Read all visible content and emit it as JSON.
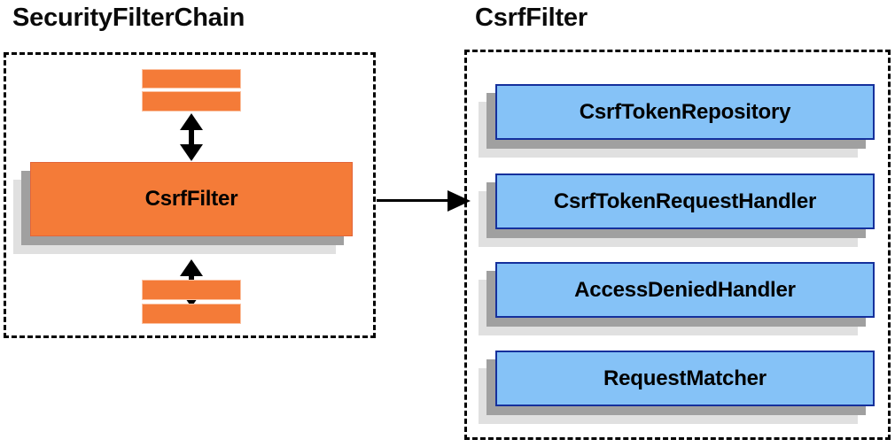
{
  "diagram": {
    "title_left": "SecurityFilterChain",
    "title_right": "CsrfFilter",
    "colors": {
      "orange_fill": "#f47b38",
      "orange_border": "#e2653a",
      "blue_fill": "#85c2f7",
      "blue_border": "#15309c",
      "shadow_mid": "#a0a0a0",
      "shadow_back": "#e0e0e0",
      "stroke": "#000000"
    },
    "left_panel": {
      "name": "SecurityFilterChain",
      "filter_box": {
        "label": "CsrfFilter"
      },
      "stub_bars_top": [
        {
          "label": ""
        },
        {
          "label": ""
        }
      ],
      "stub_bars_bottom": [
        {
          "label": ""
        },
        {
          "label": ""
        }
      ],
      "arrows": [
        {
          "name": "filter-chain-arrow-above",
          "direction": "bidirectional-vertical"
        },
        {
          "name": "filter-chain-arrow-below",
          "direction": "bidirectional-vertical"
        }
      ]
    },
    "right_panel": {
      "name": "CsrfFilter",
      "collaborators": [
        {
          "label": "CsrfTokenRepository"
        },
        {
          "label": "CsrfTokenRequestHandler"
        },
        {
          "label": "AccessDeniedHandler"
        },
        {
          "label": "RequestMatcher"
        }
      ]
    },
    "connector": {
      "name": "csrf-filter-expansion-arrow",
      "direction": "right"
    }
  }
}
